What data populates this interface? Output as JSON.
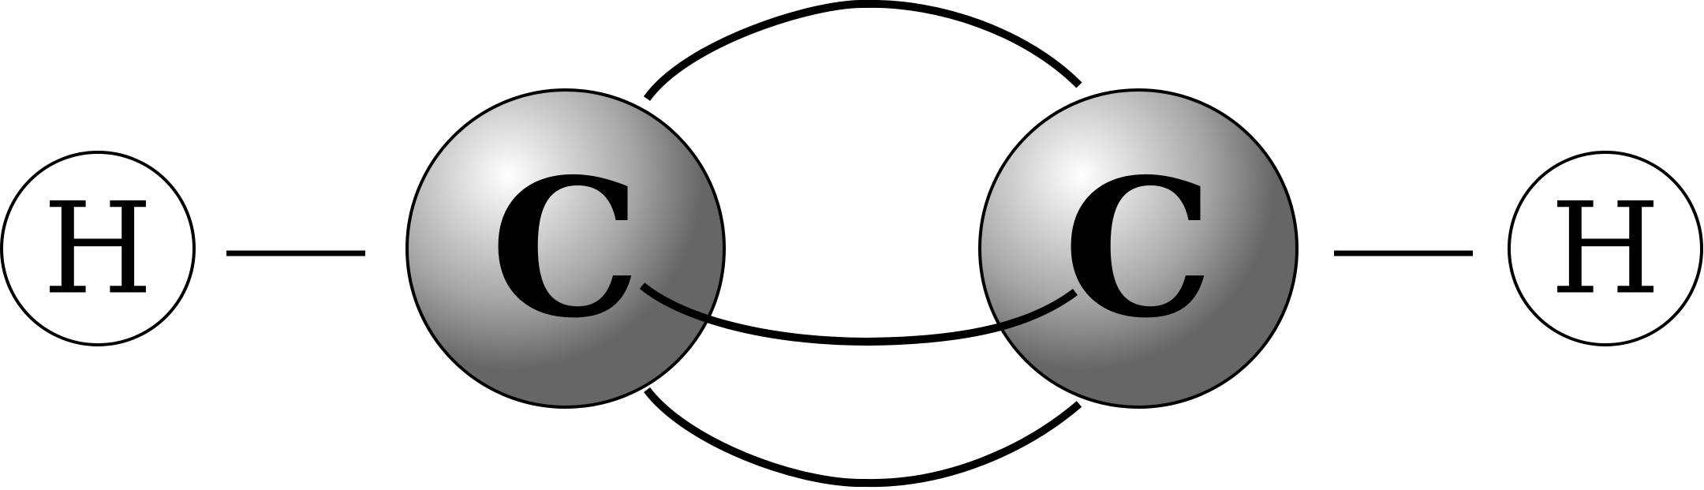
{
  "atoms": {
    "h_left": {
      "symbol": "H"
    },
    "c_left": {
      "symbol": "C"
    },
    "c_right": {
      "symbol": "C"
    },
    "h_right": {
      "symbol": "H"
    }
  },
  "colors": {
    "stroke": "#000000",
    "hydrogen_fill": "#ffffff",
    "carbon_highlight": "#ffffff",
    "carbon_mid": "#a6a6a6",
    "carbon_shadow": "#666666"
  }
}
